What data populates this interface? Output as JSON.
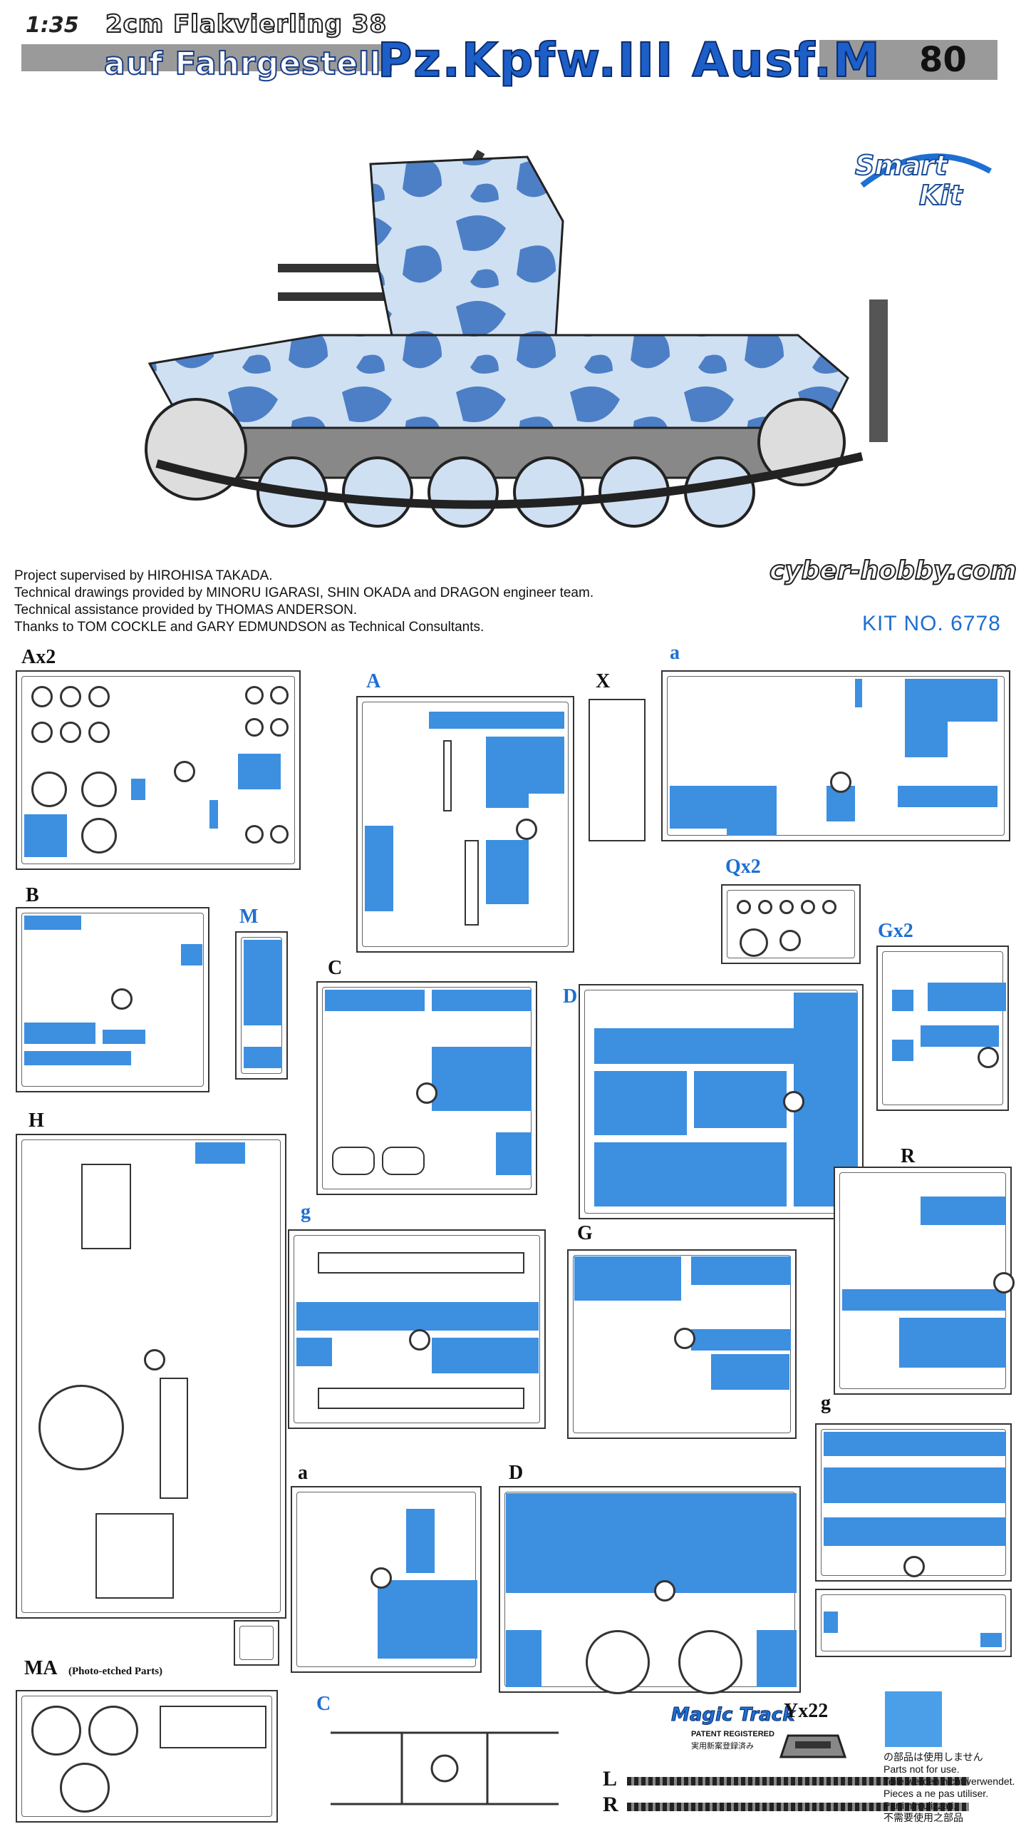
{
  "header": {
    "scale": "1:35",
    "line1": "2cm Flakvierling 38",
    "line2_prefix": "auf Fahrgestell",
    "line2_model": "Pz.Kpfw.III Ausf.M",
    "page_number": "80"
  },
  "brand_badge": {
    "word1": "Smart",
    "word2": "Kit"
  },
  "brand_logo": "cyber-hobby.com",
  "credits": [
    "Project supervised by HIROHISA TAKADA.",
    "Technical drawings provided by MINORU IGARASI, SHIN OKADA and DRAGON engineer team.",
    "Technical assistance provided by THOMAS ANDERSON.",
    "Thanks to TOM COCKLE and GARY EDMUNDSON as Technical Consultants."
  ],
  "kit_number": "KIT NO. 6778",
  "sprues": {
    "ax2": "Ax2",
    "a_upper": "A",
    "x": "X",
    "a_lower_right": "a",
    "qx2": "Qx2",
    "b": "B",
    "m": "M",
    "gx2": "Gx2",
    "c_upper": "C",
    "d_upper": "D",
    "h": "H",
    "r": "R",
    "g_upper": "g",
    "g_big": "G",
    "g_lower_right": "g",
    "a_lower": "a",
    "d_lower": "D",
    "ma": "MA",
    "ma_note": "(Photo-etched Parts)",
    "c_lower": "C",
    "yx22": "Yx22"
  },
  "magic_track": {
    "line1": "Magic Track",
    "line2": "PATENT REGISTERED",
    "line3": "実用新案登録済み"
  },
  "legend": [
    "の部品は使用しません",
    "Parts not for use.",
    "Teile werden nicht verwendet.",
    "Pieces a ne pas utiliser.",
    "Parti nin ulizzati.",
    "不需要使用之部品"
  ],
  "tracks": {
    "left": "L",
    "right": "R"
  },
  "colors": {
    "not_for_use": "#3d8fe0",
    "kit_number": "#1d6fd2",
    "header_bar": "#9a9a9a"
  }
}
